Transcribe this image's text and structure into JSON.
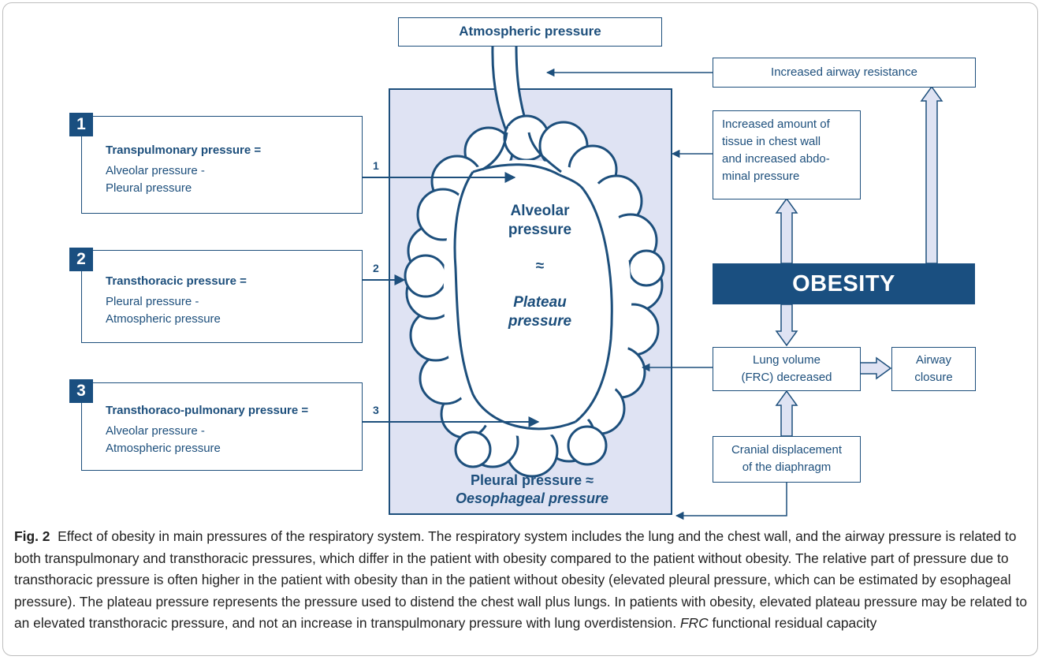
{
  "atmospheric": "Atmospheric pressure",
  "airway_resistance": "Increased airway resistance",
  "tissue": [
    "Increased amount of",
    "tissue in chest wall",
    "and increased abdo-",
    "minal pressure"
  ],
  "obesity": "OBESITY",
  "lung_volume": [
    "Lung volume",
    "(FRC) decreased"
  ],
  "airway_closure": [
    "Airway",
    "closure"
  ],
  "cranial": [
    "Cranial displacement",
    "of the diaphragm"
  ],
  "lung": {
    "alveolar": [
      "Alveolar",
      "pressure"
    ],
    "approx": "≈",
    "plateau": [
      "Plateau",
      "pressure"
    ],
    "pleural": "Pleural pressure ≈",
    "oesophageal": "Oesophageal pressure"
  },
  "pressures": [
    {
      "num": "1",
      "title": "Transpulmonary pressure =",
      "line1": "Alveolar pressure -",
      "line2": "Pleural pressure",
      "arrow_label": "1"
    },
    {
      "num": "2",
      "title": "Transthoracic pressure =",
      "line1": "Pleural pressure -",
      "line2": "Atmospheric pressure",
      "arrow_label": "2"
    },
    {
      "num": "3",
      "title": "Transthoraco-pulmonary pressure =",
      "line1": "Alveolar pressure -",
      "line2": "Atmospheric pressure",
      "arrow_label": "3"
    }
  ],
  "caption": {
    "label": "Fig. 2",
    "text": "Effect of obesity in main pressures of the respiratory system. The respiratory system includes the lung and the chest wall, and the airway pressure is related to both transpulmonary and transthoracic pressures, which differ in the patient with obesity compared to the patient without obesity. The relative part of pressure due to transthoracic pressure is often higher in the patient with obesity than in the patient without obesity (elevated pleural pressure, which can be estimated by esophageal pressure). The plateau pressure represents the pressure used to distend the chest wall plus lungs. In patients with obesity, elevated plateau pressure may be related to an elevated transthoracic pressure, and not an increase in transpulmonary pressure with lung overdistension.",
    "abbr": "FRC",
    "abbr_def": "functional residual capacity"
  },
  "colors": {
    "primary": "#1a4f80",
    "chest_fill": "#dfe3f3",
    "arrow_fill": "#dfe3f3"
  }
}
